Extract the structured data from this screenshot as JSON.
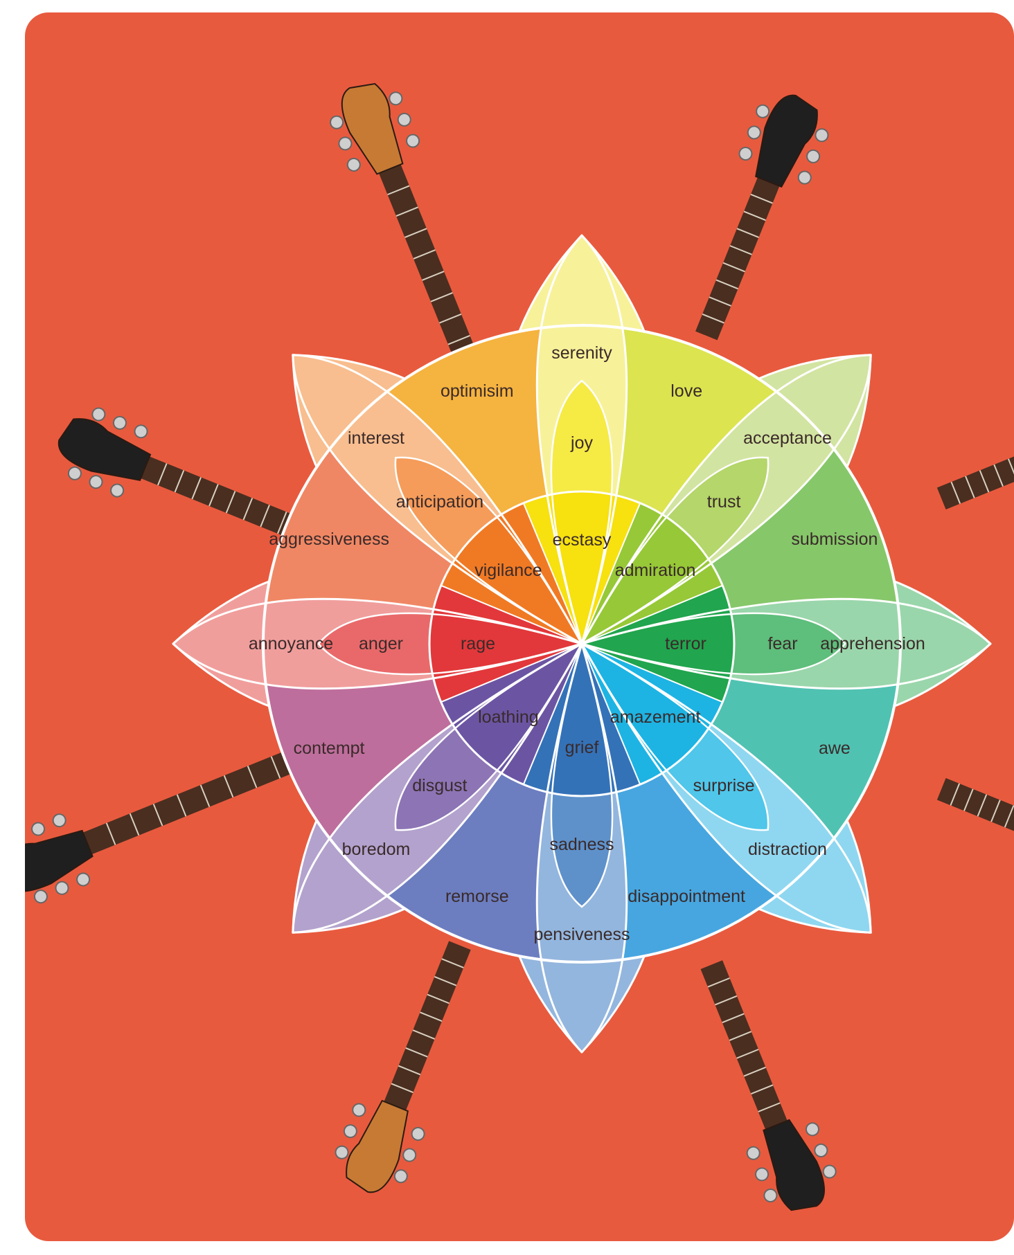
{
  "colors": {
    "background": "#E85A3E",
    "outline": "#ffffff",
    "page": "#ffffff"
  },
  "wheel": {
    "emotions": [
      {
        "key": "joy",
        "inner": "ecstasy",
        "middle": "joy",
        "outer": "serenity",
        "c_inner": "#F7E10F",
        "c_mid": "#F6EA45",
        "c_out": "#F7F19A"
      },
      {
        "key": "trust",
        "inner": "admiration",
        "middle": "trust",
        "outer": "acceptance",
        "c_inner": "#97C837",
        "c_mid": "#B4D66A",
        "c_out": "#D2E4A1"
      },
      {
        "key": "fear",
        "inner": "terror",
        "middle": "fear",
        "outer": "apprehension",
        "c_inner": "#21A54E",
        "c_mid": "#5EBE7B",
        "c_out": "#9AD6AB"
      },
      {
        "key": "surprise",
        "inner": "amazement",
        "middle": "surprise",
        "outer": "distraction",
        "c_inner": "#1DB4E3",
        "c_mid": "#4FC6EA",
        "c_out": "#8FD7F0"
      },
      {
        "key": "sadness",
        "inner": "grief",
        "middle": "sadness",
        "outer": "pensiveness",
        "c_inner": "#3472B8",
        "c_mid": "#5E91CA",
        "c_out": "#93B6DE"
      },
      {
        "key": "disgust",
        "inner": "loathing",
        "middle": "disgust",
        "outer": "boredom",
        "c_inner": "#6B55A3",
        "c_mid": "#8C74B5",
        "c_out": "#B3A2CD"
      },
      {
        "key": "anger",
        "inner": "rage",
        "middle": "anger",
        "outer": "annoyance",
        "c_inner": "#E2383B",
        "c_mid": "#E9696A",
        "c_out": "#F09E9C"
      },
      {
        "key": "anticipation",
        "inner": "vigilance",
        "middle": "anticipation",
        "outer": "interest",
        "c_inner": "#F07A24",
        "c_mid": "#F59C5A",
        "c_out": "#F8BE8F"
      }
    ],
    "dyads": [
      {
        "label": "love",
        "color": "#DCE450"
      },
      {
        "label": "submission",
        "color": "#86C76A"
      },
      {
        "label": "awe",
        "color": "#50C2B2"
      },
      {
        "label": "disappointment",
        "color": "#47A6E0"
      },
      {
        "label": "remorse",
        "color": "#6C7EC0"
      },
      {
        "label": "contempt",
        "color": "#BE6E9C"
      },
      {
        "label": "aggressiveness",
        "color": "#F08764"
      },
      {
        "label": "optimisim",
        "color": "#F5B33F"
      }
    ]
  },
  "guitars": [
    {
      "name": "guitar-top-left",
      "headstock": "#C77A34"
    },
    {
      "name": "guitar-top-right",
      "headstock": "#1F1F1F"
    },
    {
      "name": "guitar-right-upper",
      "headstock": "#1F1F1F"
    },
    {
      "name": "guitar-right-lower",
      "headstock": "#C77A34"
    },
    {
      "name": "guitar-bottom-right",
      "headstock": "#1F1F1F"
    },
    {
      "name": "guitar-bottom-left",
      "headstock": "#C77A34"
    },
    {
      "name": "guitar-left-lower",
      "headstock": "#1F1F1F"
    },
    {
      "name": "guitar-left-upper",
      "headstock": "#1F1F1F"
    }
  ]
}
